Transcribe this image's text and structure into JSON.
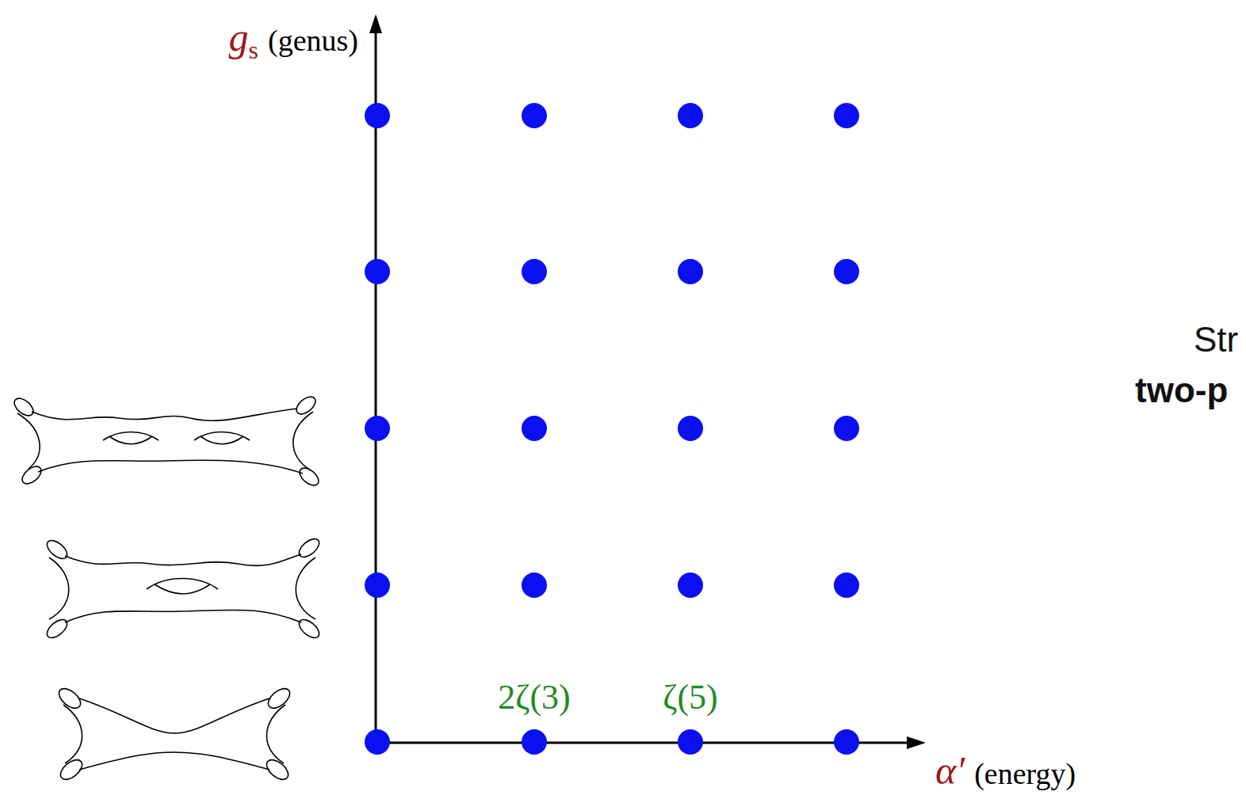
{
  "diagram": {
    "labels": [
      "g",
      "s",
      "(genus)",
      "α′",
      "(energy)",
      "2ζ(3)",
      "ζ(5)",
      "Str",
      "two-p"
    ]
  }
}
